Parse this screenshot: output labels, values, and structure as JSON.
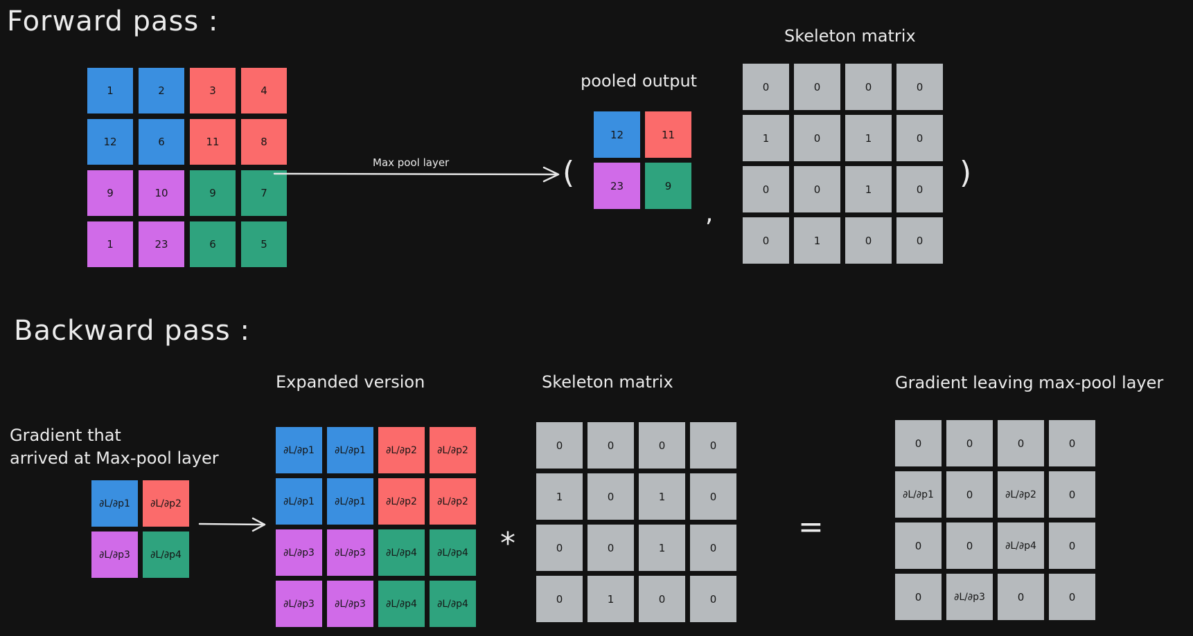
{
  "forward": {
    "heading": "Forward pass :",
    "input": [
      [
        "1",
        "2",
        "3",
        "4"
      ],
      [
        "12",
        "6",
        "11",
        "8"
      ],
      [
        "9",
        "10",
        "9",
        "7"
      ],
      [
        "1",
        "23",
        "6",
        "5"
      ]
    ],
    "input_colors": [
      [
        "blue",
        "blue",
        "red",
        "red"
      ],
      [
        "blue",
        "blue",
        "red",
        "red"
      ],
      [
        "purple",
        "purple",
        "green",
        "green"
      ],
      [
        "purple",
        "purple",
        "green",
        "green"
      ]
    ],
    "arrow_label": "Max pool layer",
    "open_paren": "(",
    "close_paren": ")",
    "comma": ",",
    "pooled_title": "pooled output",
    "pooled": [
      [
        "12",
        "11"
      ],
      [
        "23",
        "9"
      ]
    ],
    "pooled_colors": [
      [
        "blue",
        "red"
      ],
      [
        "purple",
        "green"
      ]
    ],
    "skeleton_title": "Skeleton matrix",
    "skeleton": [
      [
        "0",
        "0",
        "0",
        "0"
      ],
      [
        "1",
        "0",
        "1",
        "0"
      ],
      [
        "0",
        "0",
        "1",
        "0"
      ],
      [
        "0",
        "1",
        "0",
        "0"
      ]
    ]
  },
  "backward": {
    "heading": "Backward pass :",
    "arrived_label_line1": "Gradient that",
    "arrived_label_line2": "arrived at Max-pool layer",
    "arrived": [
      [
        "∂L/∂p1",
        "∂L/∂p2"
      ],
      [
        "∂L/∂p3",
        "∂L/∂p4"
      ]
    ],
    "arrived_colors": [
      [
        "blue",
        "red"
      ],
      [
        "purple",
        "green"
      ]
    ],
    "expanded_title": "Expanded version",
    "expanded": [
      [
        "∂L/∂p1",
        "∂L/∂p1",
        "∂L/∂p2",
        "∂L/∂p2"
      ],
      [
        "∂L/∂p1",
        "∂L/∂p1",
        "∂L/∂p2",
        "∂L/∂p2"
      ],
      [
        "∂L/∂p3",
        "∂L/∂p3",
        "∂L/∂p4",
        "∂L/∂p4"
      ],
      [
        "∂L/∂p3",
        "∂L/∂p3",
        "∂L/∂p4",
        "∂L/∂p4"
      ]
    ],
    "expanded_colors": [
      [
        "blue",
        "blue",
        "red",
        "red"
      ],
      [
        "blue",
        "blue",
        "red",
        "red"
      ],
      [
        "purple",
        "purple",
        "green",
        "green"
      ],
      [
        "purple",
        "purple",
        "green",
        "green"
      ]
    ],
    "multiply_symbol": "*",
    "skeleton_title": "Skeleton matrix",
    "skeleton": [
      [
        "0",
        "0",
        "0",
        "0"
      ],
      [
        "1",
        "0",
        "1",
        "0"
      ],
      [
        "0",
        "0",
        "1",
        "0"
      ],
      [
        "0",
        "1",
        "0",
        "0"
      ]
    ],
    "equals_symbol": "=",
    "result_title": "Gradient leaving max-pool layer",
    "result": [
      [
        "0",
        "0",
        "0",
        "0"
      ],
      [
        "∂L/∂p1",
        "0",
        "∂L/∂p2",
        "0"
      ],
      [
        "0",
        "0",
        "∂L/∂p4",
        "0"
      ],
      [
        "0",
        "∂L/∂p3",
        "0",
        "0"
      ]
    ]
  },
  "colors": {
    "background": "#121212",
    "blue": "#3a8fe0",
    "red": "#fb6b6b",
    "purple": "#d06be8",
    "green": "#2fa37e",
    "gray": "#b6babd",
    "line": "#e6e6e6"
  }
}
